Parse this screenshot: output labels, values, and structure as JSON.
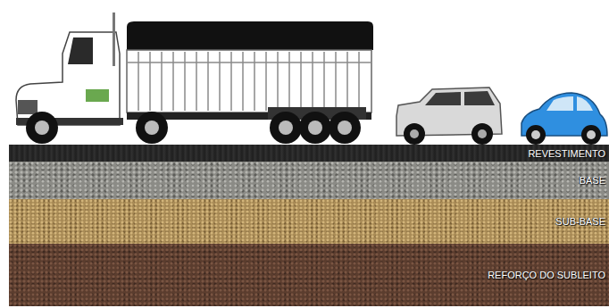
{
  "diagram": {
    "nodes": [
      {
        "text": [
          "REVESTIMENTO"
        ]
      },
      {
        "text": [
          "BASE"
        ]
      },
      {
        "text": [
          "SUB-BASE"
        ]
      },
      {
        "text": [
          "REFORÇO DO SUBLEITO"
        ]
      }
    ]
  }
}
